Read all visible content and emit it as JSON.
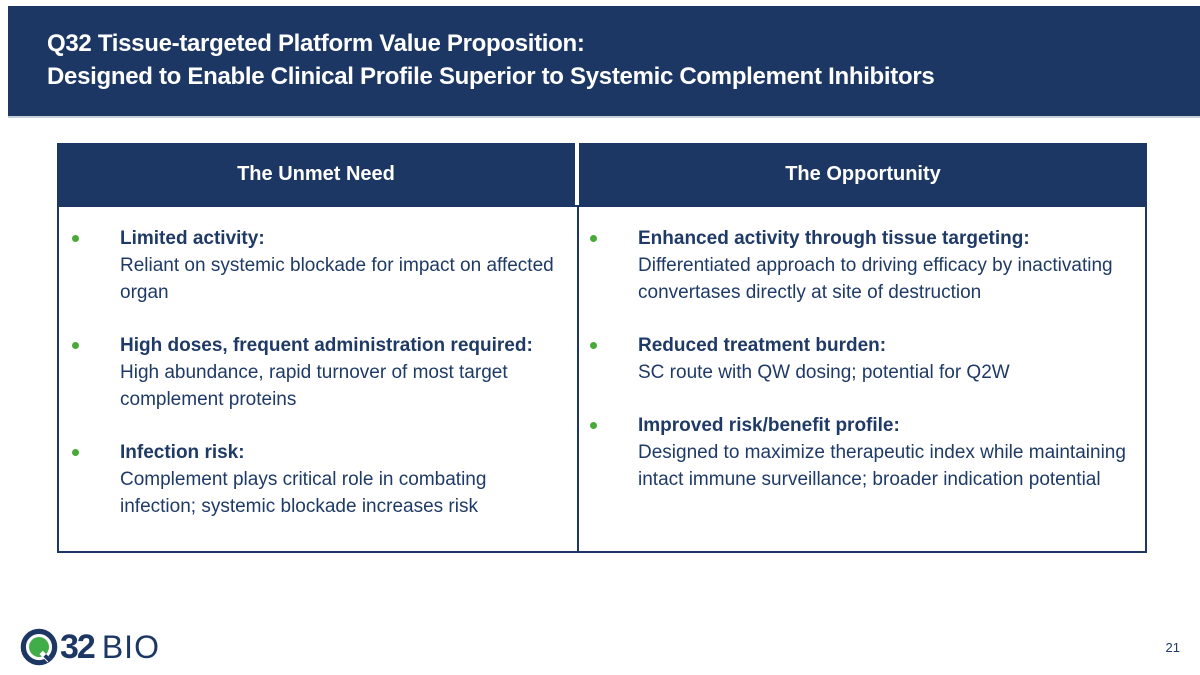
{
  "slide": {
    "title_line1": "Q32 Tissue-targeted Platform Value Proposition:",
    "title_line2": "Designed to Enable Clinical Profile Superior to Systemic Complement Inhibitors",
    "page_number": "21"
  },
  "colors": {
    "navy": "#1d3765",
    "body_text": "#1f3a66",
    "bullet_green": "#4aa938",
    "logo_green": "#41ad49"
  },
  "table": {
    "left": {
      "header": "The Unmet Need",
      "bullets": [
        {
          "heading": "Limited activity:",
          "body": "Reliant on systemic blockade for impact on affected organ"
        },
        {
          "heading": "High doses, frequent administration required:",
          "body": "High abundance, rapid turnover of most target complement proteins"
        },
        {
          "heading": "Infection risk:",
          "body": "Complement plays critical role in combating infection; systemic blockade increases risk"
        }
      ]
    },
    "right": {
      "header": "The Opportunity",
      "bullets": [
        {
          "heading": "Enhanced activity through tissue targeting:",
          "body": "Differentiated approach to driving efficacy by inactivating convertases directly at site of destruction"
        },
        {
          "heading": "Reduced treatment burden:",
          "body": "SC route with QW dosing; potential for Q2W"
        },
        {
          "heading": "Improved risk/benefit profile:",
          "body": "Designed to maximize therapeutic index while maintaining intact immune surveillance; broader indication potential"
        }
      ]
    }
  },
  "logo": {
    "number": "32",
    "suffix": "BIO"
  }
}
